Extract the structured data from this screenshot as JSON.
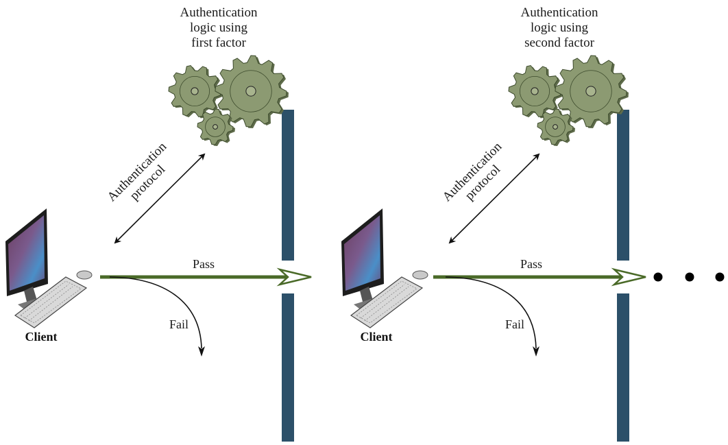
{
  "stages": [
    {
      "title": [
        "Authentication",
        "logic using",
        "first factor"
      ],
      "protocol": [
        "Authentication",
        "protocol"
      ],
      "client": "Client",
      "pass": "Pass",
      "fail": "Fail"
    },
    {
      "title": [
        "Authentication",
        "logic using",
        "second factor"
      ],
      "protocol": [
        "Authentication",
        "protocol"
      ],
      "client": "Client",
      "pass": "Pass",
      "fail": "Fail"
    }
  ],
  "colors": {
    "barrier": "#2c5069",
    "pass_arrow": "#4a6a28",
    "gear_fill": "#8c9a72",
    "gear_stroke": "#3c4a2c"
  },
  "icons": [
    "gears-icon",
    "computer-icon",
    "keyboard-icon",
    "mouse-icon",
    "ellipsis-icon"
  ]
}
